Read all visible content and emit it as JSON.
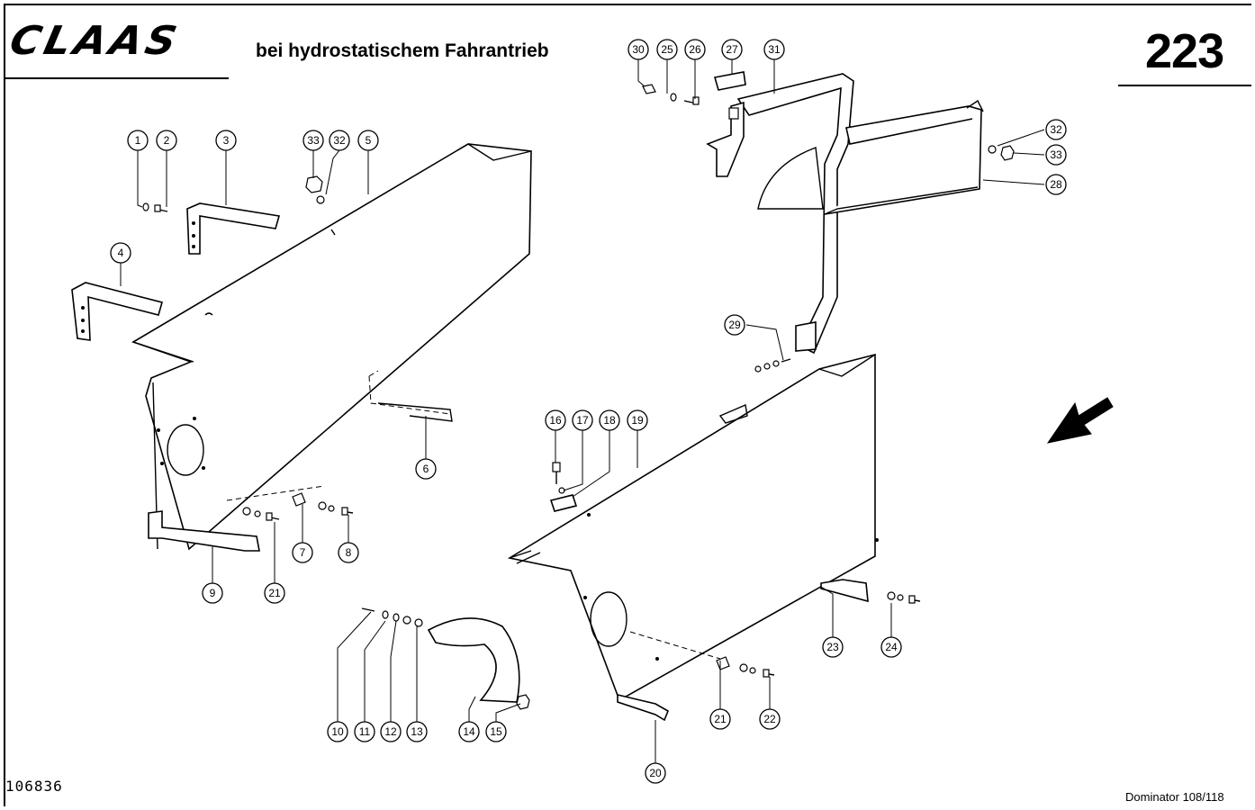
{
  "header": {
    "logo_text": "CLAAS",
    "title": "bei hydrostatischem Fahrantrieb",
    "page_number": "223"
  },
  "footer": {
    "document_number": "106836",
    "model": "Dominator 108/118"
  },
  "callouts": [
    {
      "id": "c1",
      "label": "1"
    },
    {
      "id": "c2",
      "label": "2"
    },
    {
      "id": "c3",
      "label": "3"
    },
    {
      "id": "c4",
      "label": "4"
    },
    {
      "id": "c5",
      "label": "5"
    },
    {
      "id": "c6",
      "label": "6"
    },
    {
      "id": "c7",
      "label": "7"
    },
    {
      "id": "c8",
      "label": "8"
    },
    {
      "id": "c9",
      "label": "9"
    },
    {
      "id": "c10",
      "label": "10"
    },
    {
      "id": "c11",
      "label": "11"
    },
    {
      "id": "c12",
      "label": "12"
    },
    {
      "id": "c13",
      "label": "13"
    },
    {
      "id": "c14",
      "label": "14"
    },
    {
      "id": "c15",
      "label": "15"
    },
    {
      "id": "c16",
      "label": "16"
    },
    {
      "id": "c17",
      "label": "17"
    },
    {
      "id": "c18",
      "label": "18"
    },
    {
      "id": "c19",
      "label": "19"
    },
    {
      "id": "c20",
      "label": "20"
    },
    {
      "id": "c21a",
      "label": "21"
    },
    {
      "id": "c21b",
      "label": "21"
    },
    {
      "id": "c22",
      "label": "22"
    },
    {
      "id": "c23",
      "label": "23"
    },
    {
      "id": "c24",
      "label": "24"
    },
    {
      "id": "c25",
      "label": "25"
    },
    {
      "id": "c26",
      "label": "26"
    },
    {
      "id": "c27",
      "label": "27"
    },
    {
      "id": "c28",
      "label": "28"
    },
    {
      "id": "c29",
      "label": "29"
    },
    {
      "id": "c30",
      "label": "30"
    },
    {
      "id": "c31",
      "label": "31"
    },
    {
      "id": "c32a",
      "label": "32"
    },
    {
      "id": "c32b",
      "label": "32"
    },
    {
      "id": "c33a",
      "label": "33"
    },
    {
      "id": "c33b",
      "label": "33"
    }
  ],
  "icons": {
    "direction_arrow": "direction-arrow-icon"
  }
}
